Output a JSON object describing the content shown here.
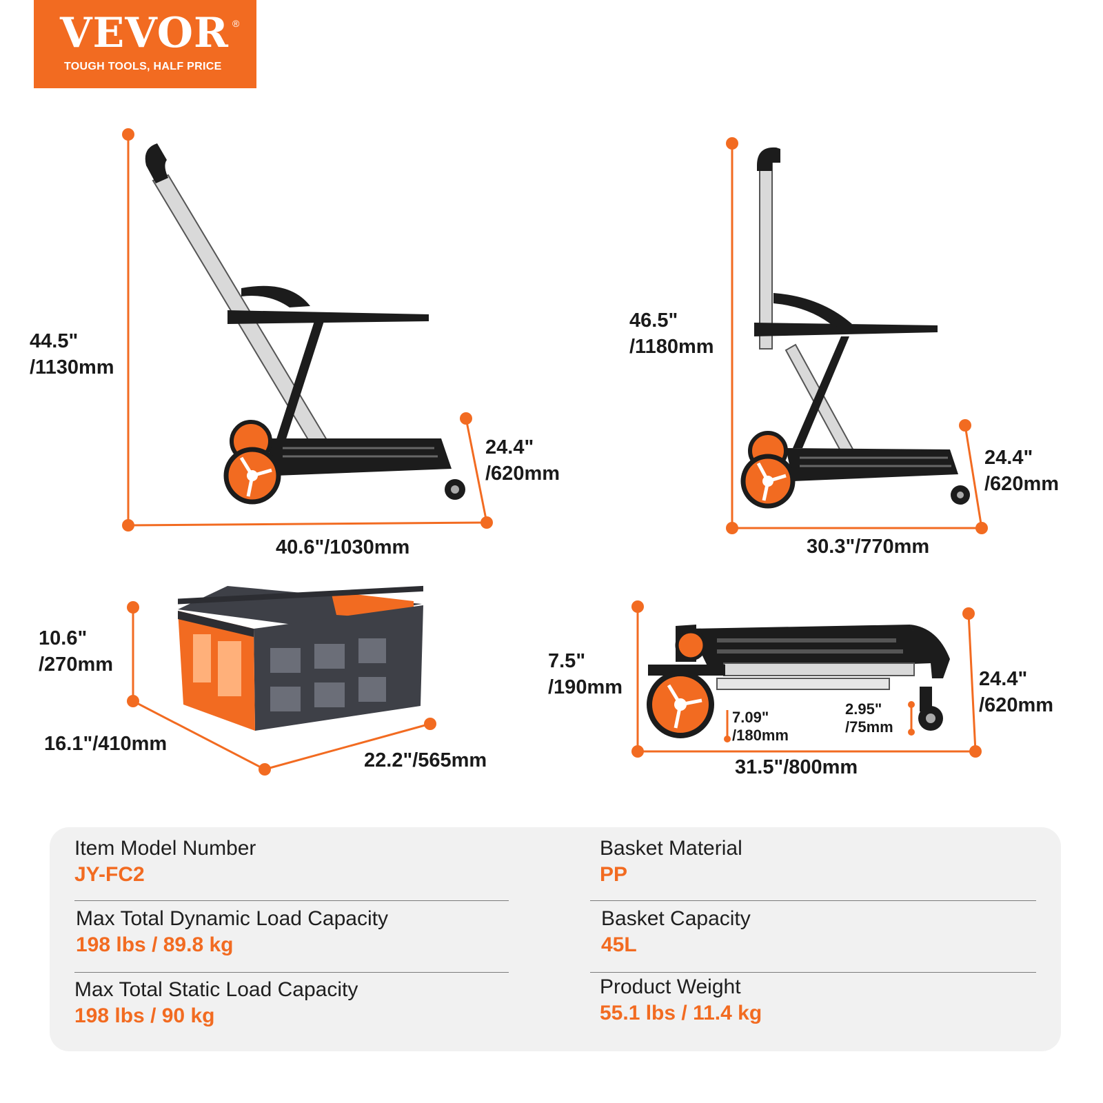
{
  "brand": {
    "name": "VEVOR",
    "registered": "®",
    "tagline": "TOUGH TOOLS, HALF PRICE",
    "color": "#f26b21"
  },
  "accent_color": "#f26b21",
  "views": {
    "unfolded_side": {
      "height_in": "44.5\"",
      "height_mm": "/1130mm",
      "depth_in": "24.4\"",
      "depth_mm": "/620mm",
      "length": "40.6\"/1030mm"
    },
    "unfolded_upright": {
      "height_in": "46.5\"",
      "height_mm": "/1180mm",
      "depth_in": "24.4\"",
      "depth_mm": "/620mm",
      "length": "30.3\"/770mm"
    },
    "basket": {
      "height_in": "10.6\"",
      "height_mm": "/270mm",
      "width": "16.1\"/410mm",
      "length": "22.2\"/565mm"
    },
    "folded": {
      "height_in": "7.5\"",
      "height_mm": "/190mm",
      "depth_in": "24.4\"",
      "depth_mm": "/620mm",
      "length": "31.5\"/800mm",
      "wheel_in": "7.09\"",
      "wheel_mm": "/180mm",
      "caster_in": "2.95\"",
      "caster_mm": "/75mm"
    }
  },
  "specs": {
    "model": {
      "label": "Item Model Number",
      "value": "JY-FC2"
    },
    "basket_material": {
      "label": "Basket Material",
      "value": "PP"
    },
    "dynamic_load": {
      "label": "Max Total Dynamic Load Capacity",
      "value": "198 lbs / 89.8 kg"
    },
    "basket_capacity": {
      "label": "Basket Capacity",
      "value": "45L"
    },
    "static_load": {
      "label": "Max Total Static Load Capacity",
      "value": "198 lbs / 90 kg"
    },
    "weight": {
      "label": "Product Weight",
      "value": "55.1 lbs / 11.4 kg"
    }
  }
}
